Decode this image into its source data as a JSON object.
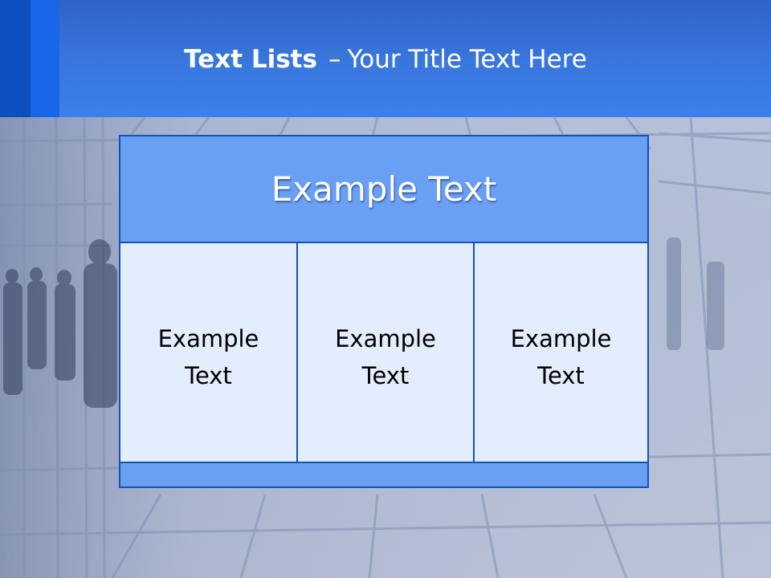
{
  "slide": {
    "title_bold": "Text Lists",
    "title_separator": "–",
    "title_rest": "Your Title Text Here",
    "panel": {
      "header_text": "Example Text",
      "columns": [
        {
          "line1": "Example",
          "line2": "Text"
        },
        {
          "line1": "Example",
          "line2": "Text"
        },
        {
          "line1": "Example",
          "line2": "Text"
        }
      ]
    },
    "colors": {
      "header_blue": "#3876dc",
      "accent_dark": "#0d4fbf",
      "panel_blue": "#6aa0f4",
      "panel_border": "#1652b5",
      "cell_fill": "#e3edfd"
    }
  }
}
